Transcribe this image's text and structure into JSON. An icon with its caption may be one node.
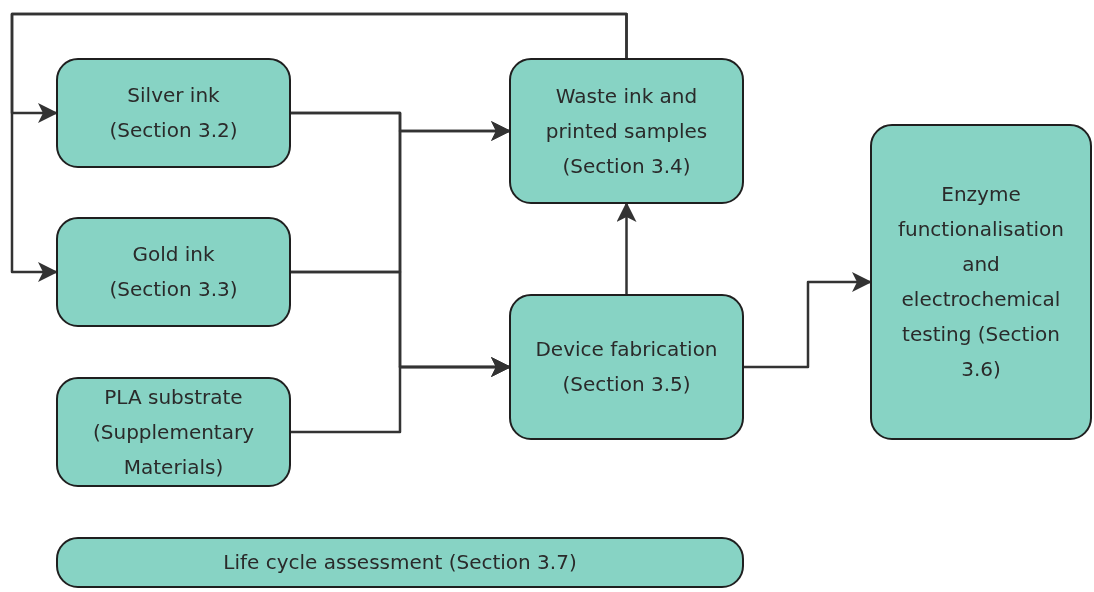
{
  "diagram": {
    "nodes": [
      {
        "text": [
          "Silver ink (Section 3.2)"
        ]
      },
      {
        "text": [
          "Gold ink (Section 3.3)"
        ]
      },
      {
        "text": [
          "PLA substrate (Supplementary Materials)"
        ]
      },
      {
        "text": [
          "Waste ink and printed samples (Section 3.4)"
        ]
      },
      {
        "text": [
          "Device fabrication (Section 3.5)"
        ]
      },
      {
        "text": [
          "Enzyme functionalisation and electrochemical testing (Section 3.6)"
        ]
      },
      {
        "text": [
          "Life cycle assessment (Section 3.7)"
        ]
      }
    ],
    "edges": [
      {
        "from": 0,
        "to": 3,
        "arrow": "to"
      },
      {
        "from": 0,
        "to": 4,
        "arrow": "to"
      },
      {
        "from": 1,
        "to": 3,
        "arrow": "to"
      },
      {
        "from": 1,
        "to": 4,
        "arrow": "to"
      },
      {
        "from": 2,
        "to": 4,
        "arrow": "to"
      },
      {
        "from": 4,
        "to": 3,
        "arrow": "to"
      },
      {
        "from": 4,
        "to": 5,
        "arrow": "to"
      },
      {
        "from": 3,
        "to": 0,
        "arrow": "to"
      },
      {
        "from": 3,
        "to": 1,
        "arrow": "to"
      }
    ]
  }
}
